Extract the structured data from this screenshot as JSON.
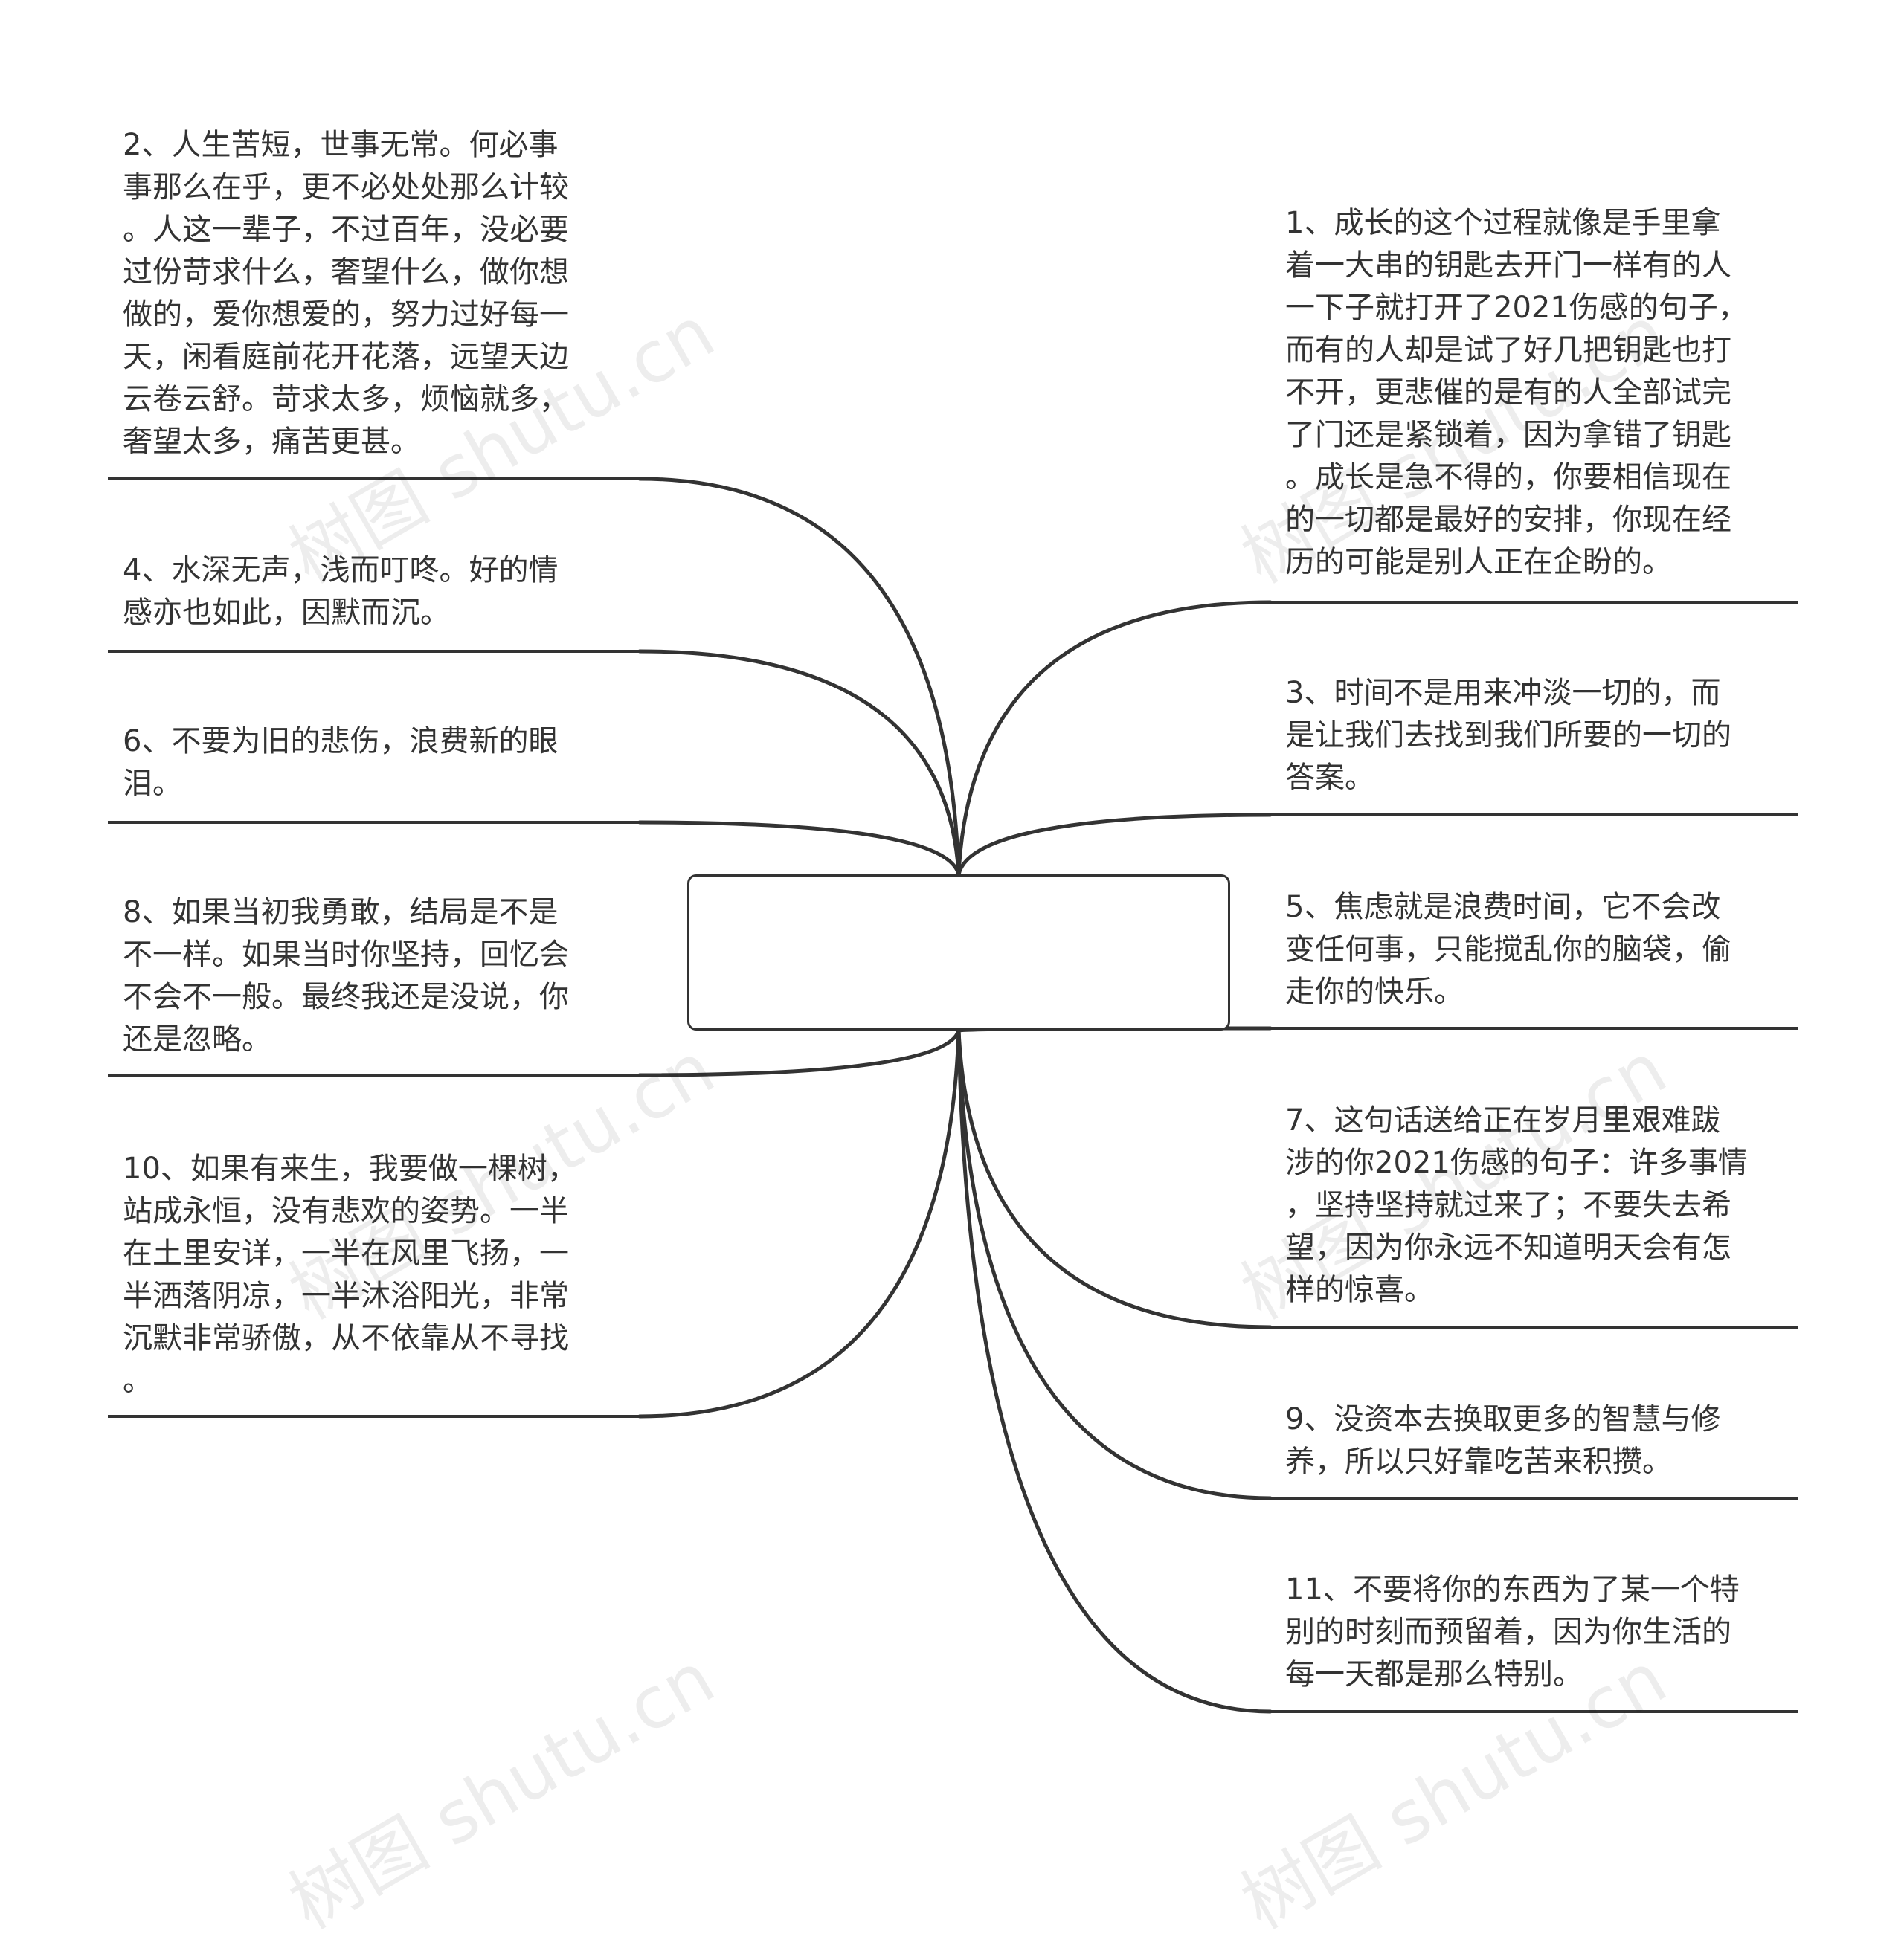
{
  "center_topic": "",
  "watermark_text": "树图 shutu.cn",
  "left_branches": [
    {
      "text": "2、人生苦短，世事无常。何必事\n事那么在乎，更不必处处那么计较\n。人这一辈子，不过百年，没必要\n过份苛求什么，奢望什么，做你想\n做的，爱你想爱的，努力过好每一\n天，闲看庭前花开花落，远望天边\n云卷云舒。苛求太多，烦恼就多，\n奢望太多，痛苦更甚。"
    },
    {
      "text": "4、水深无声，浅而叮咚。好的情\n感亦也如此，因默而沉。"
    },
    {
      "text": "6、不要为旧的悲伤，浪费新的眼\n泪。"
    },
    {
      "text": "8、如果当初我勇敢，结局是不是\n不一样。如果当时你坚持，回忆会\n不会不一般。最终我还是没说，你\n还是忽略。"
    },
    {
      "text": "10、如果有来生，我要做一棵树，\n站成永恒，没有悲欢的姿势。一半\n在土里安详，一半在风里飞扬，一\n半洒落阴凉，一半沐浴阳光，非常\n沉默非常骄傲，从不依靠从不寻找\n。"
    }
  ],
  "right_branches": [
    {
      "text": "1、成长的这个过程就像是手里拿\n着一大串的钥匙去开门一样有的人\n一下子就打开了2021伤感的句子，\n而有的人却是试了好几把钥匙也打\n不开，更悲催的是有的人全部试完\n了门还是紧锁着，因为拿错了钥匙\n。成长是急不得的，你要相信现在\n的一切都是最好的安排，你现在经\n历的可能是别人正在企盼的。"
    },
    {
      "text": "3、时间不是用来冲淡一切的，而\n是让我们去找到我们所要的一切的\n答案。"
    },
    {
      "text": "5、焦虑就是浪费时间，它不会改\n变任何事，只能搅乱你的脑袋，偷\n走你的快乐。"
    },
    {
      "text": "7、这句话送给正在岁月里艰难跋\n涉的你2021伤感的句子：许多事情\n，坚持坚持就过来了；不要失去希\n望，因为你永远不知道明天会有怎\n样的惊喜。"
    },
    {
      "text": "9、没资本去换取更多的智慧与修\n养，所以只好靠吃苦来积攒。"
    },
    {
      "text": "11、不要将你的东西为了某一个特\n别的时刻而预留着，因为你生活的\n每一天都是那么特别。"
    }
  ]
}
